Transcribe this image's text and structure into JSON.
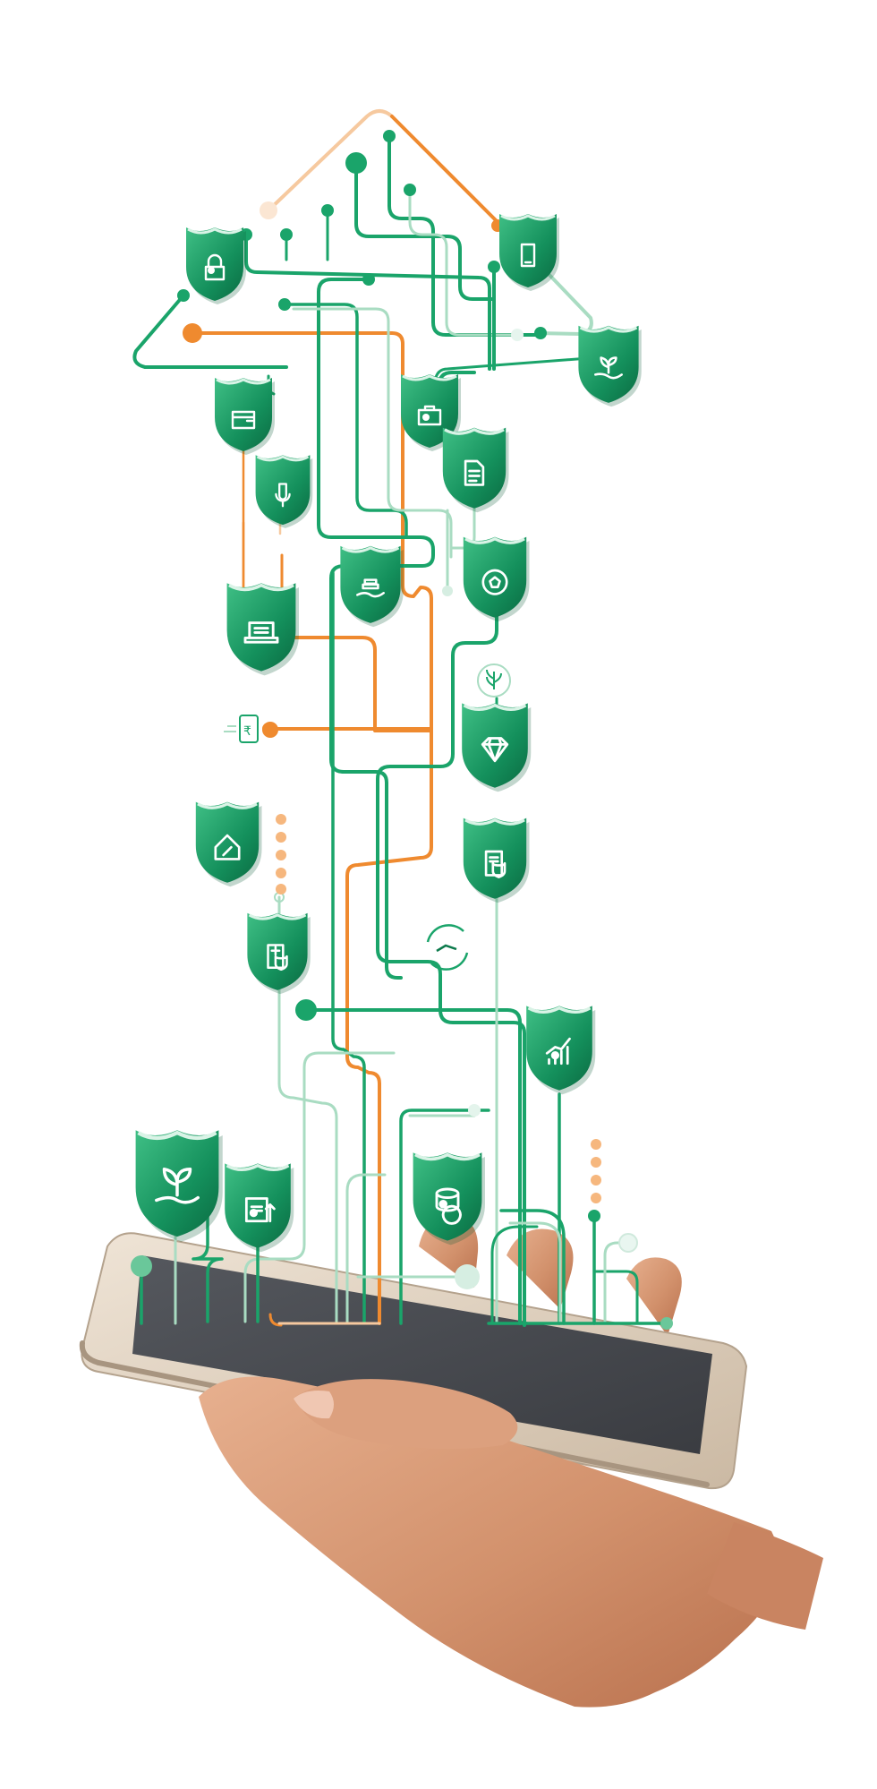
{
  "colors": {
    "background": "#ffffff",
    "green": "#1aa46a",
    "green_dark": "#0d7a4c",
    "green_light": "#a9dcc2",
    "orange": "#ef8a2f",
    "orange_light": "#f6c99f",
    "phone_screen": "#3d3f44",
    "phone_frame": "#d9cbb9",
    "skin": "#d89a78"
  },
  "artwork": {
    "shape": "upward-arrow",
    "connectors": "circuit-traces",
    "device": "smartphone-in-hand"
  },
  "icon_badges": [
    "padlock-rupee-icon",
    "mobile-phone-icon",
    "plant-in-hand-icon",
    "wallet-card-icon",
    "briefcase-rupee-icon",
    "document-icon",
    "microphone-icon",
    "football-icon",
    "coins-in-hand-icon",
    "laptop-icon",
    "diamond-icon",
    "house-percent-icon",
    "insurance-document-shield-icon",
    "medical-document-shield-icon",
    "rupee-growth-chart-icon",
    "seedling-in-hand-icon",
    "rupee-certificate-icon",
    "rupee-coins-stack-icon"
  ],
  "loose_icons": [
    "phone-rupee-transfer-icon",
    "crop-cycle-icon",
    "hand-refresh-icon"
  ]
}
